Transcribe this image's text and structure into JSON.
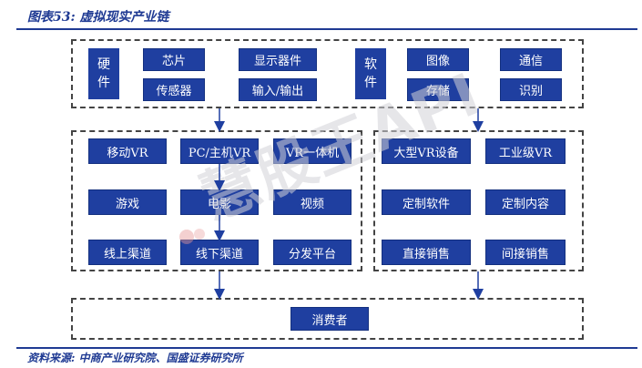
{
  "title": "图表53: 虚拟现实产业链",
  "source": "资料来源: 中商产业研究院、国盛证券研究所",
  "watermark": "慧股王API",
  "colors": {
    "box_fill": "#1f3fa0",
    "text_blue": "#1f3a93"
  },
  "hardware": {
    "label": [
      "硬",
      "件"
    ],
    "items": [
      "芯片",
      "显示器件",
      "传感器",
      "输入/输出"
    ]
  },
  "software": {
    "label": [
      "软",
      "件"
    ],
    "items": [
      "图像",
      "通信",
      "存储",
      "识别"
    ]
  },
  "content": {
    "items": [
      "移动VR",
      "PC/主机VR",
      "VR一体机",
      "游戏",
      "电影",
      "视频",
      "线上渠道",
      "线下渠道",
      "分发平台"
    ]
  },
  "devices": {
    "items": [
      "大型VR设备",
      "工业级VR",
      "定制软件",
      "定制内容",
      "直接销售",
      "间接销售"
    ]
  },
  "consumer": "消费者"
}
